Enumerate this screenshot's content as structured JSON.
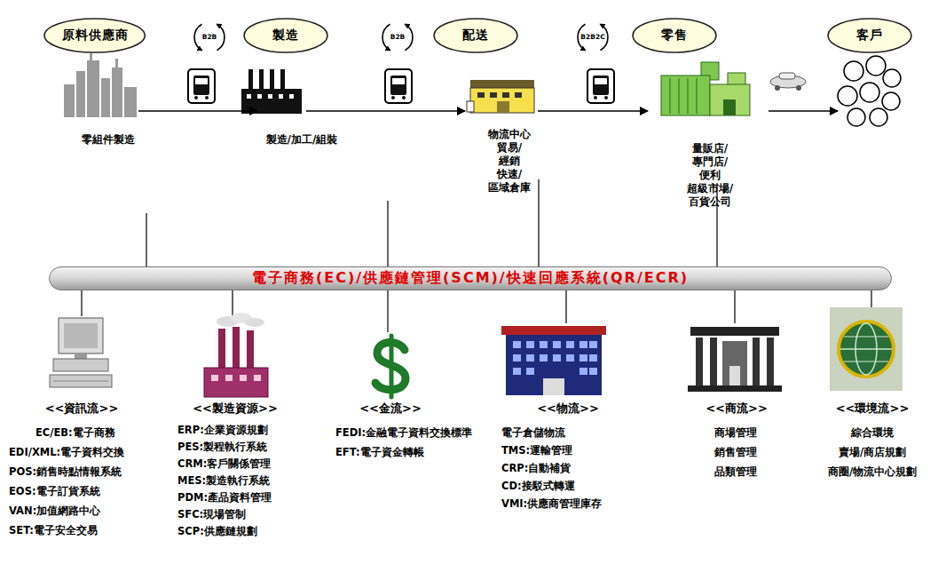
{
  "diagram": {
    "nodes": [
      {
        "text": [
          "原料供應商"
        ]
      },
      {
        "text": [
          "製造"
        ]
      },
      {
        "text": [
          "配送"
        ]
      },
      {
        "text": [
          "零售"
        ]
      },
      {
        "text": [
          "客戶"
        ]
      },
      {
        "text": [
          "電子商務(EC)/供應鏈管理(SCM)/快速回應系統(QR/ECR)"
        ]
      }
    ],
    "labels": [
      "B2B",
      "B2B",
      "B2B2C",
      "零組件製造",
      "製造/加工/組裝",
      "物流中心 貿易/經銷 快速/區域倉庫",
      "量販店/專門店/便利 超級市場/百貨公司",
      "<<資訊流>>",
      "EC/EB:電子商務",
      "EDI/XML:電子資料交換",
      "POS:銷售時點情報系統",
      "EOS:電子訂貨系統",
      "VAN:加值網路中心",
      "SET:電子安全交易",
      "<<製造資源>>",
      "ERP:企業資源規劃",
      "PES:製程執行系統",
      "CRM:客戶關係管理",
      "MES:製造執行系統",
      "PDM:產品資料管理",
      "SFC:現場管制",
      "SCP:供應鏈規劃",
      "<<金流>>",
      "FEDI:金融電子資料交換標準",
      "EFT:電子資金轉帳",
      "<<物流>>",
      "電子倉儲物流",
      "TMS:運輸管理",
      "CRP:自動補貨",
      "CD:接駁式轉運",
      "VMI:供應商管理庫存",
      "<<商流>>",
      "商場管理",
      "銷售管理",
      "品類管理",
      "<<環境流>>",
      "綜合環境",
      "賣場/商店規劃",
      "商圈/物流中心規劃"
    ]
  }
}
